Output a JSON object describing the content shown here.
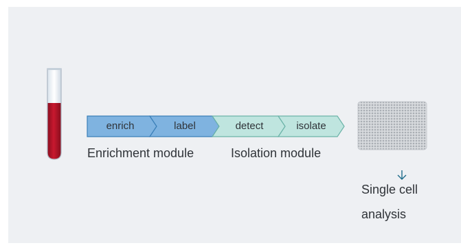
{
  "steps": [
    {
      "label": "enrich",
      "module": "enrichment"
    },
    {
      "label": "label",
      "module": "enrichment"
    },
    {
      "label": "detect",
      "module": "isolation"
    },
    {
      "label": "isolate",
      "module": "isolation"
    }
  ],
  "modules": {
    "enrichment": "Enrichment module",
    "isolation": "Isolation module"
  },
  "result": {
    "line1": "Single cell",
    "line2": "analysis"
  },
  "colors": {
    "background": "#eef0f3",
    "enrichment_fill": "#7fb3e0",
    "enrichment_stroke": "#3a7fb8",
    "isolation_fill": "#bfe5df",
    "isolation_stroke": "#6bb3a8",
    "blood": "#b0142a",
    "arrow": "#1e6b8a"
  }
}
